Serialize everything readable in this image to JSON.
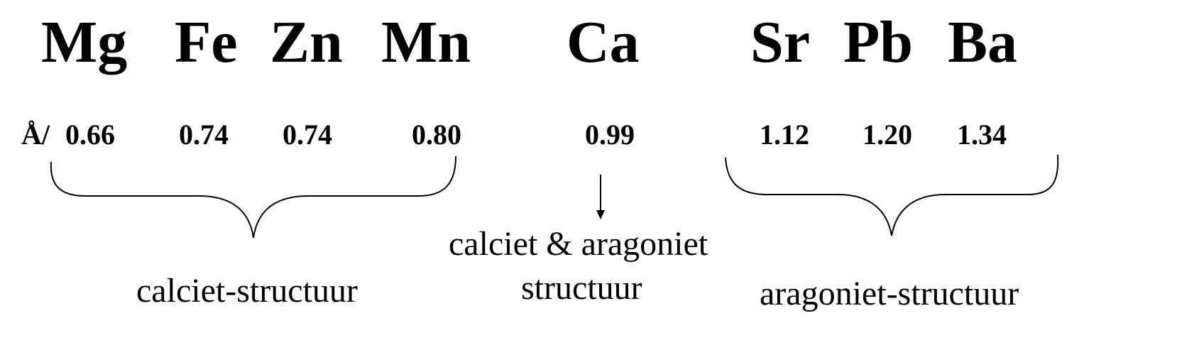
{
  "elements": [
    {
      "symbol": "Mg",
      "radius": "0.66"
    },
    {
      "symbol": "Fe",
      "radius": "0.74"
    },
    {
      "symbol": "Zn",
      "radius": "0.74"
    },
    {
      "symbol": "Mn",
      "radius": "0.80"
    },
    {
      "symbol": "Ca",
      "radius": "0.99"
    },
    {
      "symbol": "Sr",
      "radius": "1.12"
    },
    {
      "symbol": "Pb",
      "radius": "1.20"
    },
    {
      "symbol": "Ba",
      "radius": "1.34"
    }
  ],
  "unit_label": "Å/",
  "groups": {
    "calcite": "calciet-structuur",
    "both_line1": "calciet & aragoniet",
    "both_line2": "structuur",
    "aragonite": "aragoniet-structuur"
  }
}
